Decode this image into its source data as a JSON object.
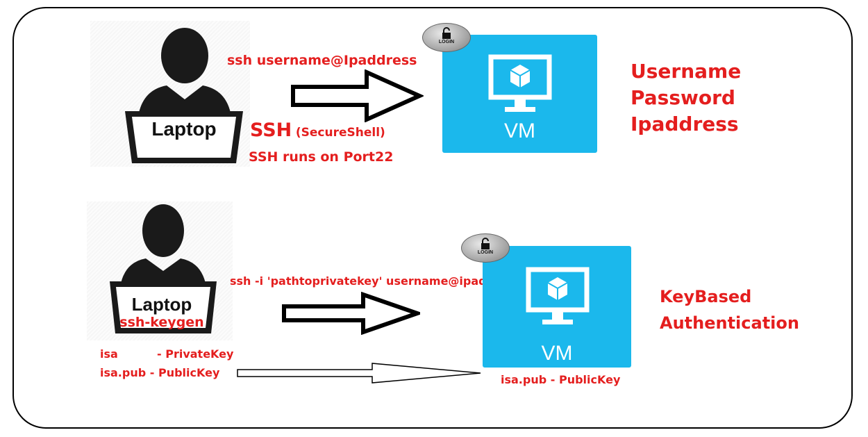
{
  "top": {
    "laptop_label": "Laptop",
    "ssh_command": "ssh username@Ipaddress",
    "ssh_title": "SSH",
    "ssh_subtitle": "(SecureShell)",
    "port_note": "SSH runs on Port22",
    "lock_label": "LOGIN",
    "vm_label": "VM",
    "credentials": [
      "Username",
      "Password",
      "Ipaddress"
    ]
  },
  "bottom": {
    "laptop_label": "Laptop",
    "keygen_label": "ssh-keygen",
    "ssh_command": "ssh -i 'pathtoprivatekey' username@ipaddress",
    "lock_label": "LOGIN",
    "vm_label": "VM",
    "auth_title": [
      "KeyBased",
      "Authentication"
    ],
    "private_key_name": "isa",
    "private_key_desc": "- PrivateKey",
    "public_key_line": "isa.pub - PublicKey",
    "vm_public_key": "isa.pub - PublicKey"
  },
  "colors": {
    "accent_red": "#e41e1e",
    "vm_blue": "#1bb8ec",
    "icons": [
      "person-icon",
      "laptop-icon",
      "lock-icon",
      "monitor-icon",
      "cube-icon",
      "arrow-icon"
    ]
  }
}
